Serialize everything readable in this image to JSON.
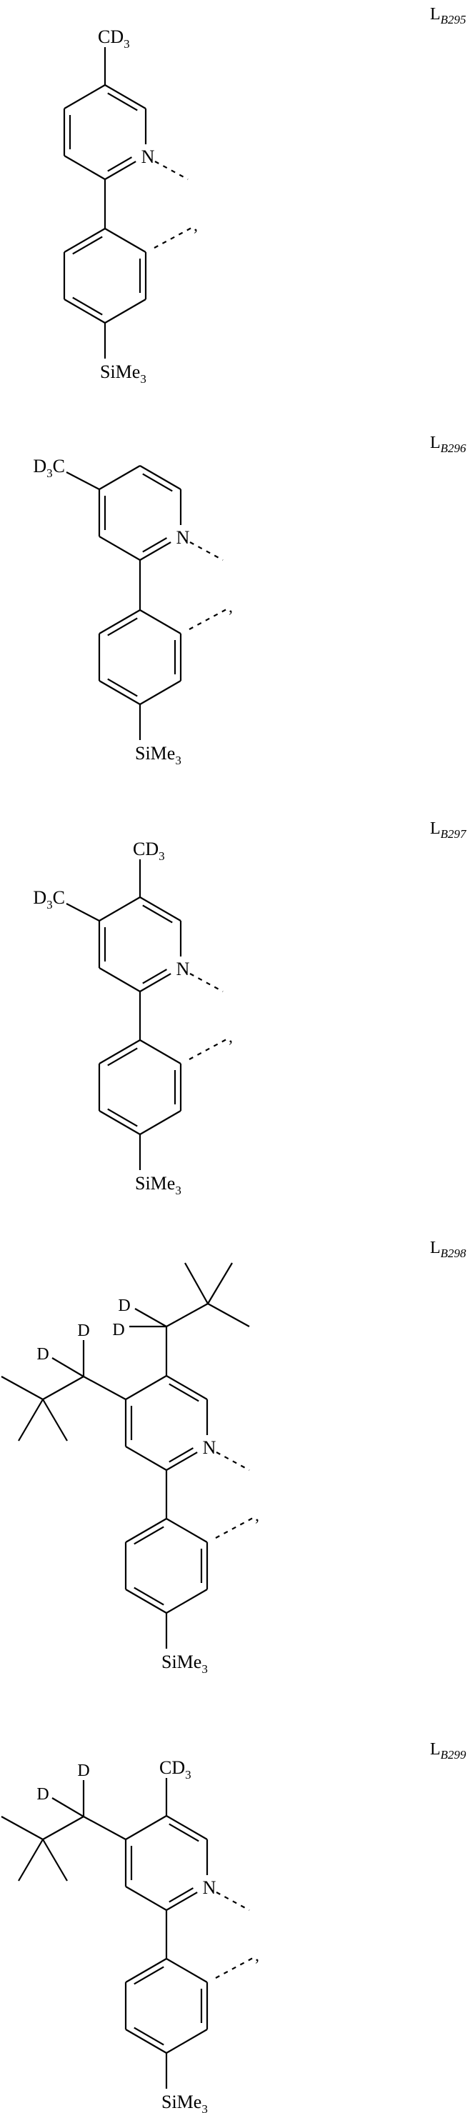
{
  "ligands": [
    {
      "label": {
        "main": "L",
        "sub": "B295"
      },
      "nitrogen": "N",
      "silyl": {
        "main": "SiMe",
        "sub": "3"
      },
      "comma": ",",
      "substituents": [
        {
          "type": "CD3",
          "position": 5,
          "main": "CD",
          "sub": "3"
        }
      ]
    },
    {
      "label": {
        "main": "L",
        "sub": "B296"
      },
      "nitrogen": "N",
      "silyl": {
        "main": "SiMe",
        "sub": "3"
      },
      "comma": ",",
      "substituents": [
        {
          "type": "D3C",
          "position": 4,
          "pre": "D",
          "sub": "3",
          "post": "C"
        }
      ]
    },
    {
      "label": {
        "main": "L",
        "sub": "B297"
      },
      "nitrogen": "N",
      "silyl": {
        "main": "SiMe",
        "sub": "3"
      },
      "comma": ",",
      "substituents": [
        {
          "type": "CD3",
          "position": 5,
          "main": "CD",
          "sub": "3"
        },
        {
          "type": "D3C",
          "position": 4,
          "pre": "D",
          "sub": "3",
          "post": "C"
        }
      ]
    },
    {
      "label": {
        "main": "L",
        "sub": "B298"
      },
      "nitrogen": "N",
      "silyl": {
        "main": "SiMe",
        "sub": "3"
      },
      "comma": ",",
      "substituents": [
        {
          "type": "neopentyl-d2",
          "position": 5,
          "d1": "D",
          "d2": "D"
        },
        {
          "type": "neopentyl-d2",
          "position": 4,
          "d1": "D",
          "d2": "D"
        }
      ]
    },
    {
      "label": {
        "main": "L",
        "sub": "B299"
      },
      "nitrogen": "N",
      "silyl": {
        "main": "SiMe",
        "sub": "3"
      },
      "comma": ",",
      "substituents": [
        {
          "type": "CD3",
          "position": 5,
          "main": "CD",
          "sub": "3"
        },
        {
          "type": "neopentyl-d2",
          "position": 4,
          "d1": "D",
          "d2": "D"
        }
      ]
    }
  ]
}
